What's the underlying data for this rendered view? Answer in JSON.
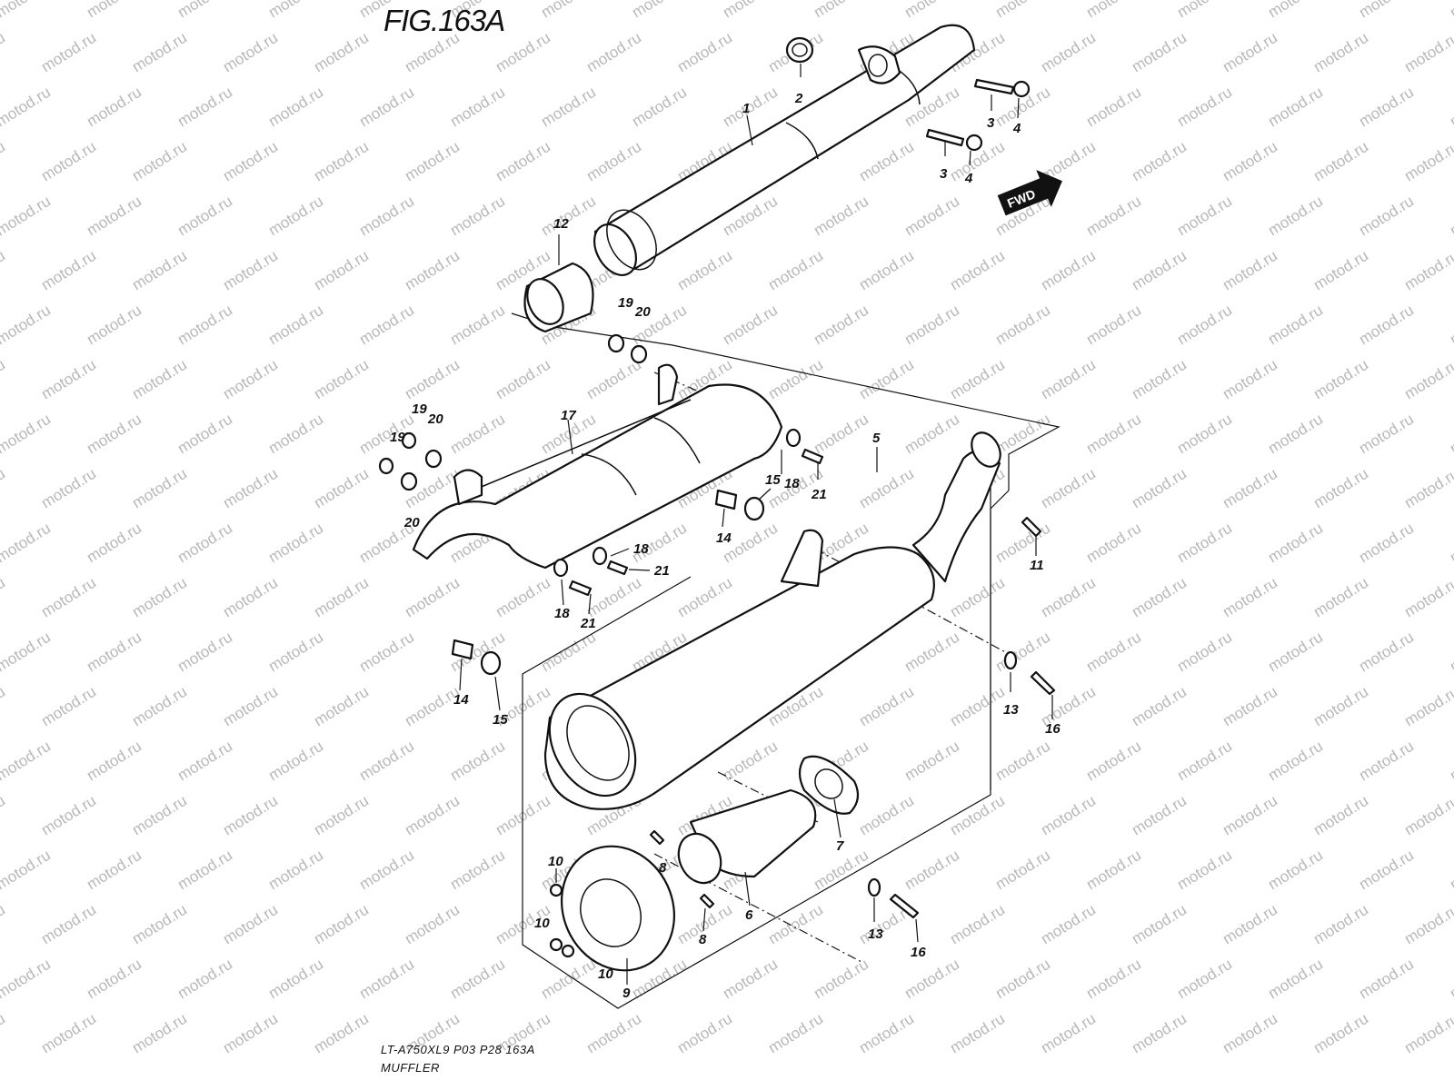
{
  "figure": {
    "title": "FIG.163A",
    "diagram_code": "LT-A750XL9  P03  P28  163A",
    "section_title": "MUFFLER"
  },
  "watermark": {
    "text": "motod.ru"
  },
  "direction_badge": {
    "label": "FWD"
  },
  "callouts": {
    "c1": "1",
    "c2": "2",
    "c3a": "3",
    "c3b": "3",
    "c4a": "4",
    "c4b": "4",
    "c5": "5",
    "c6": "6",
    "c7": "7",
    "c8a": "8",
    "c8b": "8",
    "c9": "9",
    "c10a": "10",
    "c10b": "10",
    "c10c": "10",
    "c11": "11",
    "c12": "12",
    "c13a": "13",
    "c13b": "13",
    "c14a": "14",
    "c14b": "14",
    "c15a": "15",
    "c15b": "15",
    "c16a": "16",
    "c16b": "16",
    "c17": "17",
    "c18a": "18",
    "c18b": "18",
    "c18c": "18",
    "c19a": "19",
    "c19b": "19",
    "c19c": "19",
    "c20a": "20",
    "c20b": "20",
    "c20c": "20",
    "c21a": "21",
    "c21b": "21",
    "c21c": "21"
  }
}
